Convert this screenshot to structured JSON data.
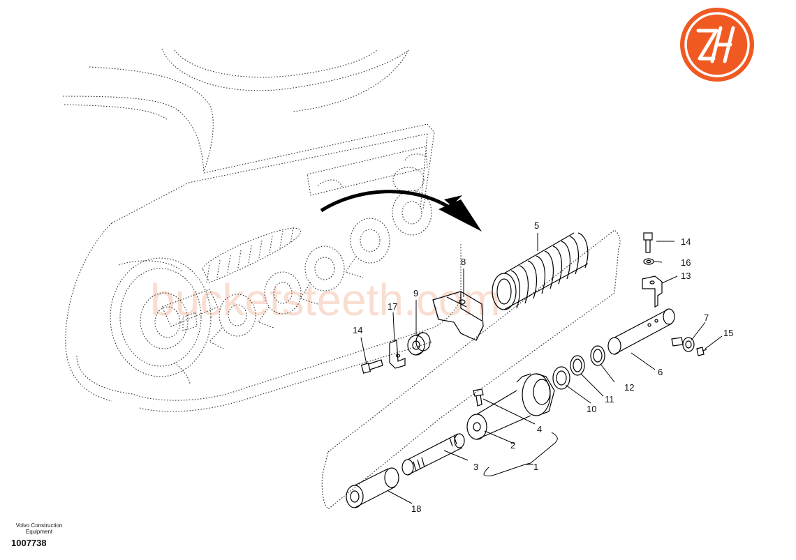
{
  "logo": {
    "text": "ZH",
    "color": "#f05a22"
  },
  "watermark": {
    "text": "bucketsteeth.com",
    "color": "#f2b59a"
  },
  "caption": {
    "company_line1": "Volvo Construction",
    "company_line2": "Equipment",
    "figure_number": "1007738"
  },
  "callouts": {
    "c1": "1",
    "c2": "2",
    "c3": "3",
    "c4": "4",
    "c5": "5",
    "c6": "6",
    "c7": "7",
    "c8": "8",
    "c9": "9",
    "c10": "10",
    "c11": "11",
    "c12": "12",
    "c13": "13",
    "c14_top": "14",
    "c14_left": "14",
    "c15": "15",
    "c16": "16",
    "c17": "17",
    "c18": "18"
  }
}
